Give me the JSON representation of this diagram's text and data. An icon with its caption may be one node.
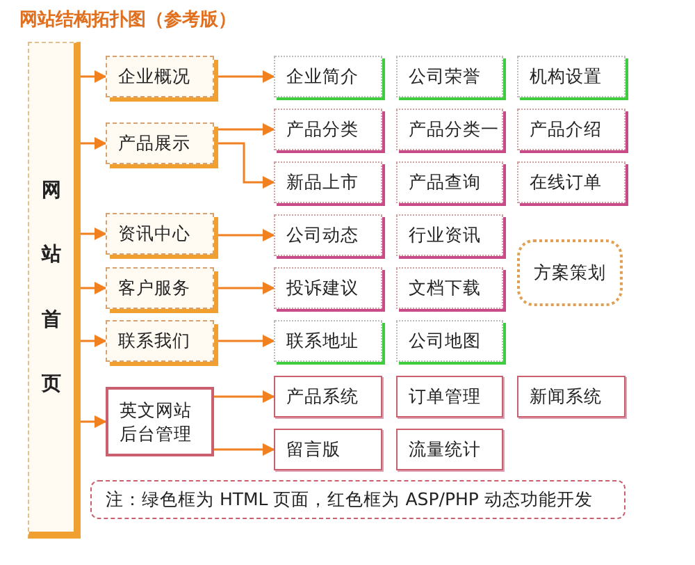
{
  "diagram": {
    "title": "网站结构拓扑图（参考版）",
    "nodes": [
      {
        "text": [
          "网站首页"
        ]
      },
      {
        "text": [
          "企业概况"
        ]
      },
      {
        "text": [
          "企业简介"
        ]
      },
      {
        "text": [
          "公司荣誉"
        ]
      },
      {
        "text": [
          "机构设置"
        ]
      },
      {
        "text": [
          "产品展示"
        ]
      },
      {
        "text": [
          "产品分类"
        ]
      },
      {
        "text": [
          "产品分类一"
        ]
      },
      {
        "text": [
          "产品介绍"
        ]
      },
      {
        "text": [
          "新品上市"
        ]
      },
      {
        "text": [
          "产品查询"
        ]
      },
      {
        "text": [
          "在线订单"
        ]
      },
      {
        "text": [
          "资讯中心"
        ]
      },
      {
        "text": [
          "公司动态"
        ]
      },
      {
        "text": [
          "行业资讯"
        ]
      },
      {
        "text": [
          "方案策划"
        ]
      },
      {
        "text": [
          "客户服务"
        ]
      },
      {
        "text": [
          "投诉建议"
        ]
      },
      {
        "text": [
          "文档下载"
        ]
      },
      {
        "text": [
          "联系我们"
        ]
      },
      {
        "text": [
          "联系地址"
        ]
      },
      {
        "text": [
          "公司地图"
        ]
      },
      {
        "text": [
          "英文网站后台管理"
        ]
      },
      {
        "text": [
          "产品系统"
        ]
      },
      {
        "text": [
          "订单管理"
        ]
      },
      {
        "text": [
          "新闻系统"
        ]
      },
      {
        "text": [
          "留言版"
        ]
      },
      {
        "text": [
          "流量统计"
        ]
      },
      {
        "text": [
          "注：绿色框为 HTML 页面，红色框为 ASP/PHP 动态功能开发"
        ]
      }
    ],
    "edges": [
      {
        "from": 0,
        "to": 1,
        "arrow": "to"
      },
      {
        "from": 0,
        "to": 5,
        "arrow": "to"
      },
      {
        "from": 0,
        "to": 12,
        "arrow": "to"
      },
      {
        "from": 0,
        "to": 16,
        "arrow": "to"
      },
      {
        "from": 0,
        "to": 19,
        "arrow": "to"
      },
      {
        "from": 0,
        "to": 22,
        "arrow": "to"
      },
      {
        "from": 1,
        "to": 2,
        "arrow": "to"
      },
      {
        "from": 5,
        "to": 6,
        "arrow": "to"
      },
      {
        "from": 5,
        "to": 9,
        "arrow": "to"
      },
      {
        "from": 12,
        "to": 13,
        "arrow": "to"
      },
      {
        "from": 16,
        "to": 17,
        "arrow": "to"
      },
      {
        "from": 19,
        "to": 20,
        "arrow": "to"
      },
      {
        "from": 22,
        "to": 23,
        "arrow": "to"
      },
      {
        "from": 22,
        "to": 26,
        "arrow": "to"
      }
    ]
  }
}
